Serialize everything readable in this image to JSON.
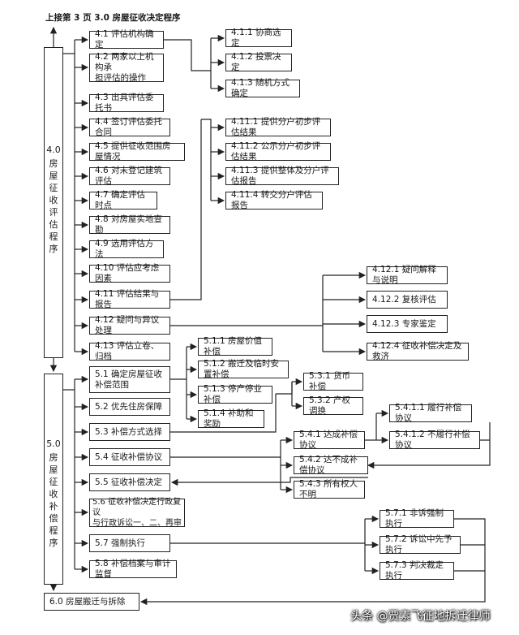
{
  "header": "上接第 3 页 3.0 房屋征收决定程序",
  "section_4": {
    "code": "4.0",
    "title": "房屋征收评估程序"
  },
  "section_5": {
    "code": "5.0",
    "title": "房屋征收补偿程序"
  },
  "final_step": "6.0 房屋搬迁与拆除",
  "steps_4": [
    "4.1 评估机构确定",
    "4.2 两家以上机构承\n担评估的操作",
    "4.3 出具评估委托书",
    "4.4 签订评估委托合同",
    "4.5 提供征收范围房屋情况",
    "4.6 对未登记建筑评估",
    "4.7 确定评估时点",
    "4.8 对房屋实地查勘",
    "4.9 选用评估方法",
    "4.10 评估应考虑因素",
    "4.11 评估结果与报告",
    "4.12 疑问与异议处理",
    "4.13 评估立卷、归档"
  ],
  "sub_4_1": [
    "4.1.1 协商选定",
    "4.1.2 投票决定",
    "4.1.3 随机方式确定"
  ],
  "sub_4_11": [
    "4.11.1 提供分户初步评估结果",
    "4.11.2 公示分户初步评估结果",
    "4.11.3 提供整体及分户评估报告",
    "4.11.4 转交分户评估报告"
  ],
  "sub_4_12": [
    "4.12.1 疑问解释与说明",
    "4.12.2 复核评估",
    "4.12.3 专家鉴定",
    "4.12.4 征收补偿决定及救济"
  ],
  "steps_5": [
    "5.1 确定房屋征收\n补偿范围",
    "5.2 优先住房保障",
    "5.3 补偿方式选择",
    "5.4 征收补偿协议",
    "5.5 征收补偿决定",
    "5.6 征收补偿决定行政复议\n与行政诉讼一、二、再审",
    "5.7 强制执行",
    "5.8 补偿档案与审计监督"
  ],
  "sub_5_1": [
    "5.1.1 房屋价值补偿",
    "5.1.2 搬迁及临时安置补偿",
    "5.1.3 停产停业补偿",
    "5.1.4 补助和奖励"
  ],
  "sub_5_3": [
    "5.3.1 货币补偿",
    "5.3.2 产权调换"
  ],
  "sub_5_4": [
    "5.4.1 达成补偿协议",
    "5.4.2 达不成补偿协议",
    "5.4.3 所有权人不明"
  ],
  "sub_5_4_1": [
    "5.4.1.1 履行补偿协议",
    "5.4.1.2 不履行补偿协议"
  ],
  "sub_5_7": [
    "5.7.1 非诉强制执行",
    "5.7.2 诉讼中先予执行",
    "5.7.3 判决裁定执行"
  ],
  "watermark": "头条 @贾素飞征地拆迁律师"
}
